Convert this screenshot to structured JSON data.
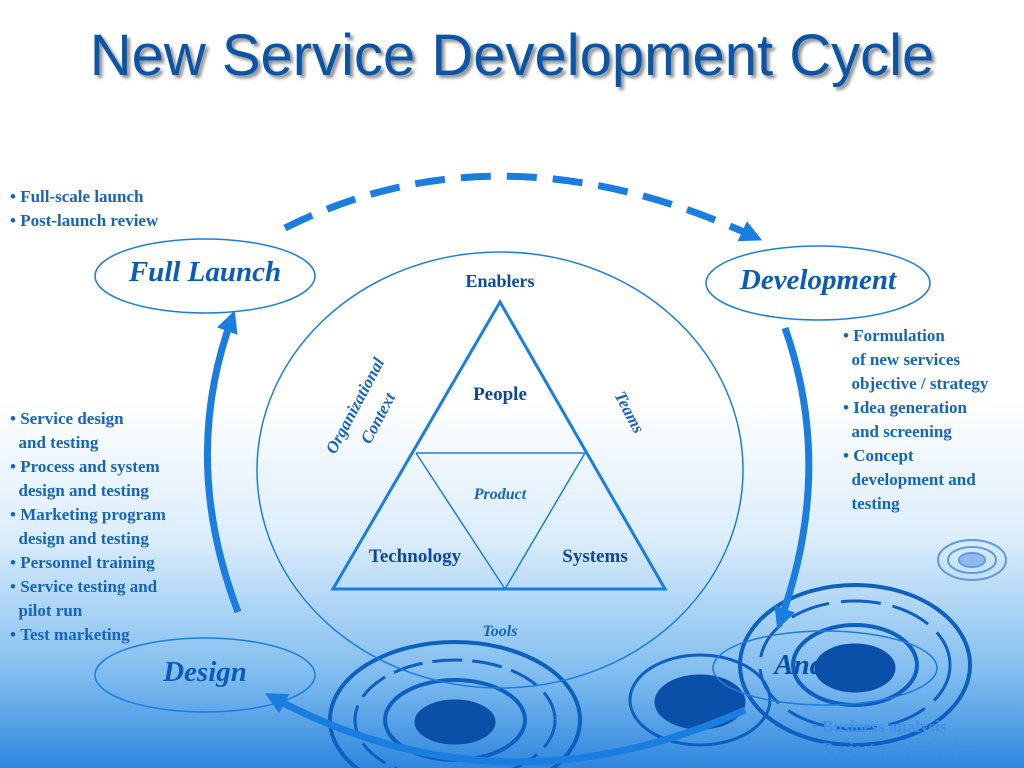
{
  "title": "New Service Development Cycle",
  "stages": {
    "full_launch": "Full Launch",
    "development": "Development",
    "design": "Design",
    "analysis": "Analysis"
  },
  "full_launch_items": [
    "Full-scale  launch",
    "Post-launch  review"
  ],
  "development_items": [
    {
      "lines": [
        "Formulation",
        "of new services",
        "objective / strategy"
      ]
    },
    {
      "lines": [
        "Idea generation",
        "and screening"
      ]
    },
    {
      "lines": [
        "Concept",
        "development and",
        "testing"
      ]
    }
  ],
  "design_items": [
    {
      "lines": [
        "Service design",
        "and testing"
      ]
    },
    {
      "lines": [
        "Process and system",
        "design and testing"
      ]
    },
    {
      "lines": [
        "Marketing program",
        "design and testing"
      ]
    },
    {
      "lines": [
        "Personnel training"
      ]
    },
    {
      "lines": [
        "Service testing and",
        "pilot run"
      ]
    },
    {
      "lines": [
        "Test marketing"
      ]
    }
  ],
  "analysis_items": [
    "Business analysis",
    "Project  authorization"
  ],
  "center": {
    "enablers": "Enablers",
    "people": "People",
    "product": "Product",
    "technology": "Technology",
    "systems": "Systems",
    "tools": "Tools",
    "teams": "Teams",
    "org_context_line1": "Organizational",
    "org_context_line2": "Context"
  },
  "colors": {
    "title": "#0b55a6",
    "accent": "#1a7ee0",
    "text": "#1565c0"
  }
}
